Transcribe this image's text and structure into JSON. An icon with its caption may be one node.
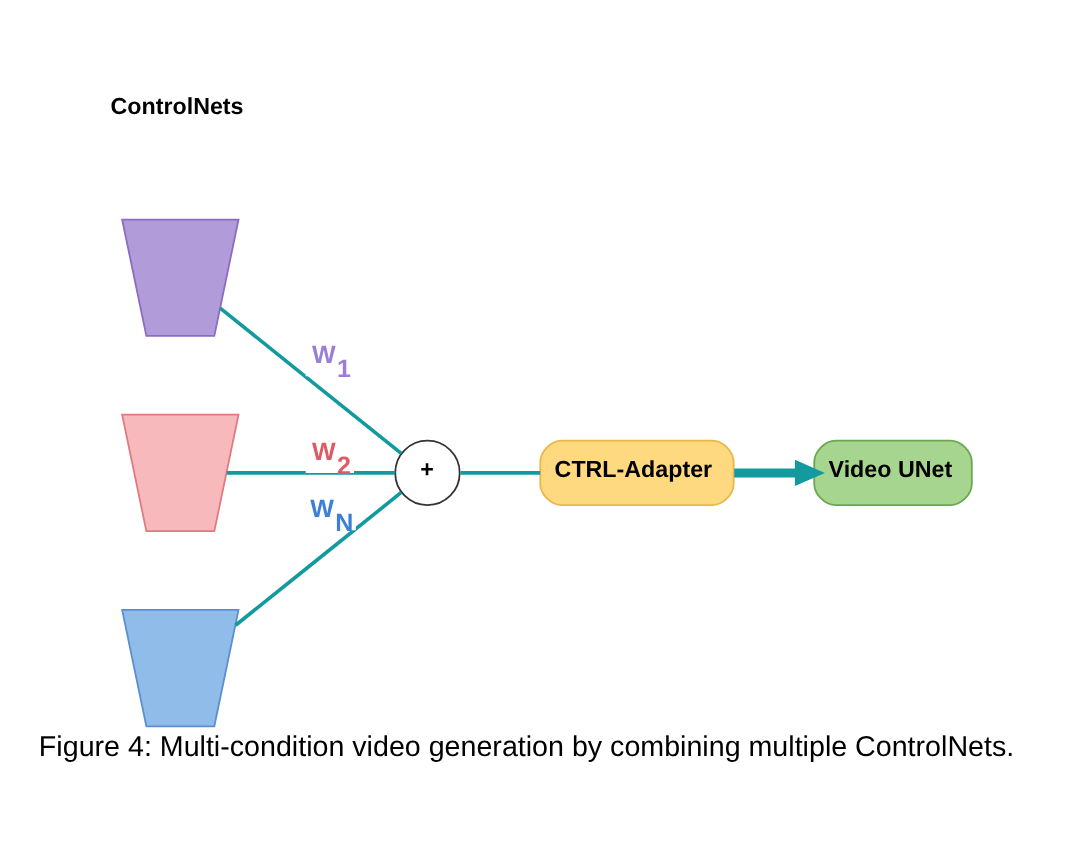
{
  "diagram": {
    "caption": "Figure 4: Multi-condition video generation by combining multiple ControlNets.",
    "nodes": [
      {
        "text": [],
        "shape": "trapezium"
      },
      {
        "text": [],
        "shape": "trapezium"
      },
      {
        "text": [],
        "shape": "trapezium"
      },
      {
        "text": [
          "+"
        ]
      },
      {
        "text": [
          "CTRL-Adapter"
        ]
      },
      {
        "text": [
          "Video UNet"
        ]
      }
    ],
    "edges": [
      {
        "from": 0,
        "to": 3,
        "arrow": "none",
        "label": "W$_{1}$"
      },
      {
        "from": 1,
        "to": 3,
        "arrow": "none",
        "label": "W$_{2}$"
      },
      {
        "from": 2,
        "to": 3,
        "arrow": "none",
        "label": "W$_{N}$"
      },
      {
        "from": 3,
        "to": 4,
        "arrow": "none"
      },
      {
        "from": 4,
        "to": 5,
        "arrow": "to",
        "style": "thick"
      }
    ],
    "labels": [
      "ControlNets"
    ]
  }
}
